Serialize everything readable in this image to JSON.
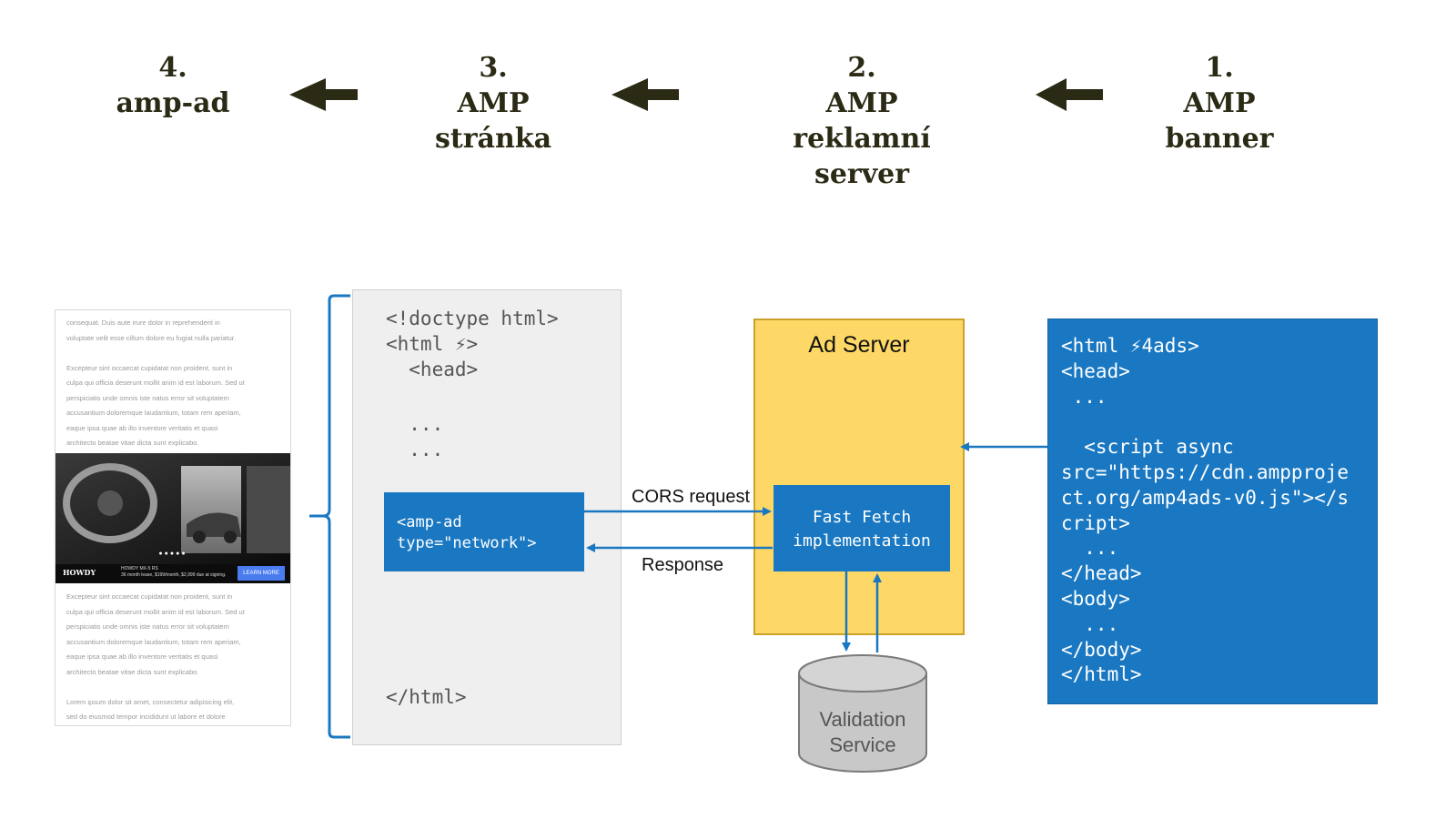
{
  "steps": [
    {
      "num": "4.",
      "lines": [
        "amp-ad"
      ]
    },
    {
      "num": "3.",
      "lines": [
        "AMP",
        "stránka"
      ]
    },
    {
      "num": "2.",
      "lines": [
        "AMP",
        "reklamní",
        "server"
      ]
    },
    {
      "num": "1.",
      "lines": [
        "AMP",
        "banner"
      ]
    }
  ],
  "page_code": {
    "line1": "<!doctype html>",
    "line2": "<html ⚡>",
    "line3": "  <head>",
    "line4": "  ...",
    "line5": "  ...",
    "closing": "</html>"
  },
  "amp_ad_box": {
    "line1": "<amp-ad",
    "line2": "type=\"network\">"
  },
  "ad_server": {
    "title": "Ad Server",
    "fast_fetch_line1": "Fast Fetch",
    "fast_fetch_line2": "implementation"
  },
  "arrows": {
    "cors": "CORS request",
    "response": "Response"
  },
  "validation": {
    "line1": "Validation",
    "line2": "Service"
  },
  "banner_code": [
    "<html ⚡4ads>",
    "<head>",
    " ...",
    "",
    "  <script async",
    "src=\"https://cdn.ampproje",
    "ct.org/amp4ads-v0.js\"></s",
    "cript>",
    "  ...",
    "</head>",
    "<body>",
    "  ...",
    "</body>",
    "</html>"
  ],
  "phone": {
    "para_top": "consequat. Duis aute irure dolor in reprehenderit in\nvoluptate velit esse cillum dolore eu fugiat nulla pariatur.\n\nExcepteur sint occaecat cupidatat non proident, sunt in\nculpa qui officia deserunt mollit anim id est laborum. Sed ut\nperspiciatis unde omnis iste natus error sit voluptatem\naccusantium doloremque laudantium, totam rem aperiam,\neaque ipsa quae ab illo inventore veritatis et quasi\narchitecto beatae vitae dicta sunt explicabo.",
    "para_bottom": "Excepteur sint occaecat cupidatat non proident, sunt in\nculpa qui officia deserunt mollit anim id est laborum. Sed ut\nperspiciatis unde omnis iste natus error sit voluptatem\naccusantium doloremque laudantium, totam rem aperiam,\neaque ipsa quae ab illo inventore veritatis et quasi\narchitecto beatae vitae dicta sunt explicabo.\n\nLorem ipsum dolor sit amet, consectetur adipisicing elit,\nsed do eiusmod tempor incididunt ut labore et dolore",
    "ad_brand": "HOWDY",
    "ad_text": "HOWDY MX-5 RS\n36 month lease, $199/month, $2,999 due at signing.",
    "ad_button": "LEARN MORE",
    "ad_dots": "●●●●●"
  },
  "colors": {
    "blue": "#1a78c2",
    "yellow": "#fdd866",
    "yellow_border": "#c9a227",
    "gray_panel": "#efefef",
    "cylinder": "#c8c8c8"
  }
}
